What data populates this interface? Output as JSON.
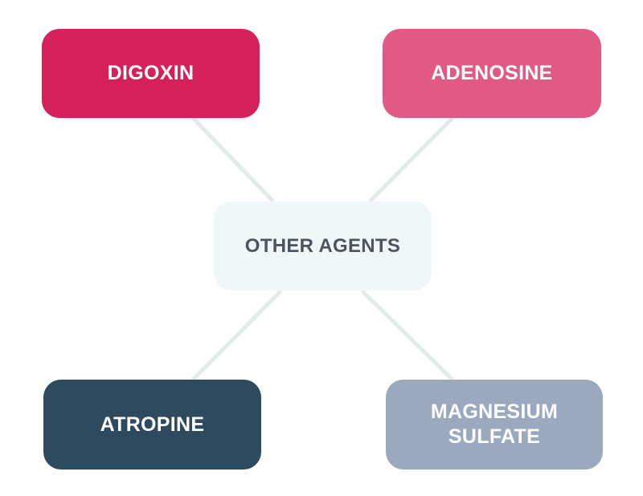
{
  "diagram": {
    "center": {
      "label": "OTHER AGENTS",
      "color": "#f1f6f9"
    },
    "nodes": [
      {
        "label": "DIGOXIN",
        "color": "#d6205a"
      },
      {
        "label": "ADENOSINE",
        "color": "#e05a84"
      },
      {
        "label": "ATROPINE",
        "color": "#2e4a5e"
      },
      {
        "label": "MAGNESIUM SULFATE",
        "color": "#9aa9be"
      }
    ],
    "connector_color": "#e3ebea"
  }
}
